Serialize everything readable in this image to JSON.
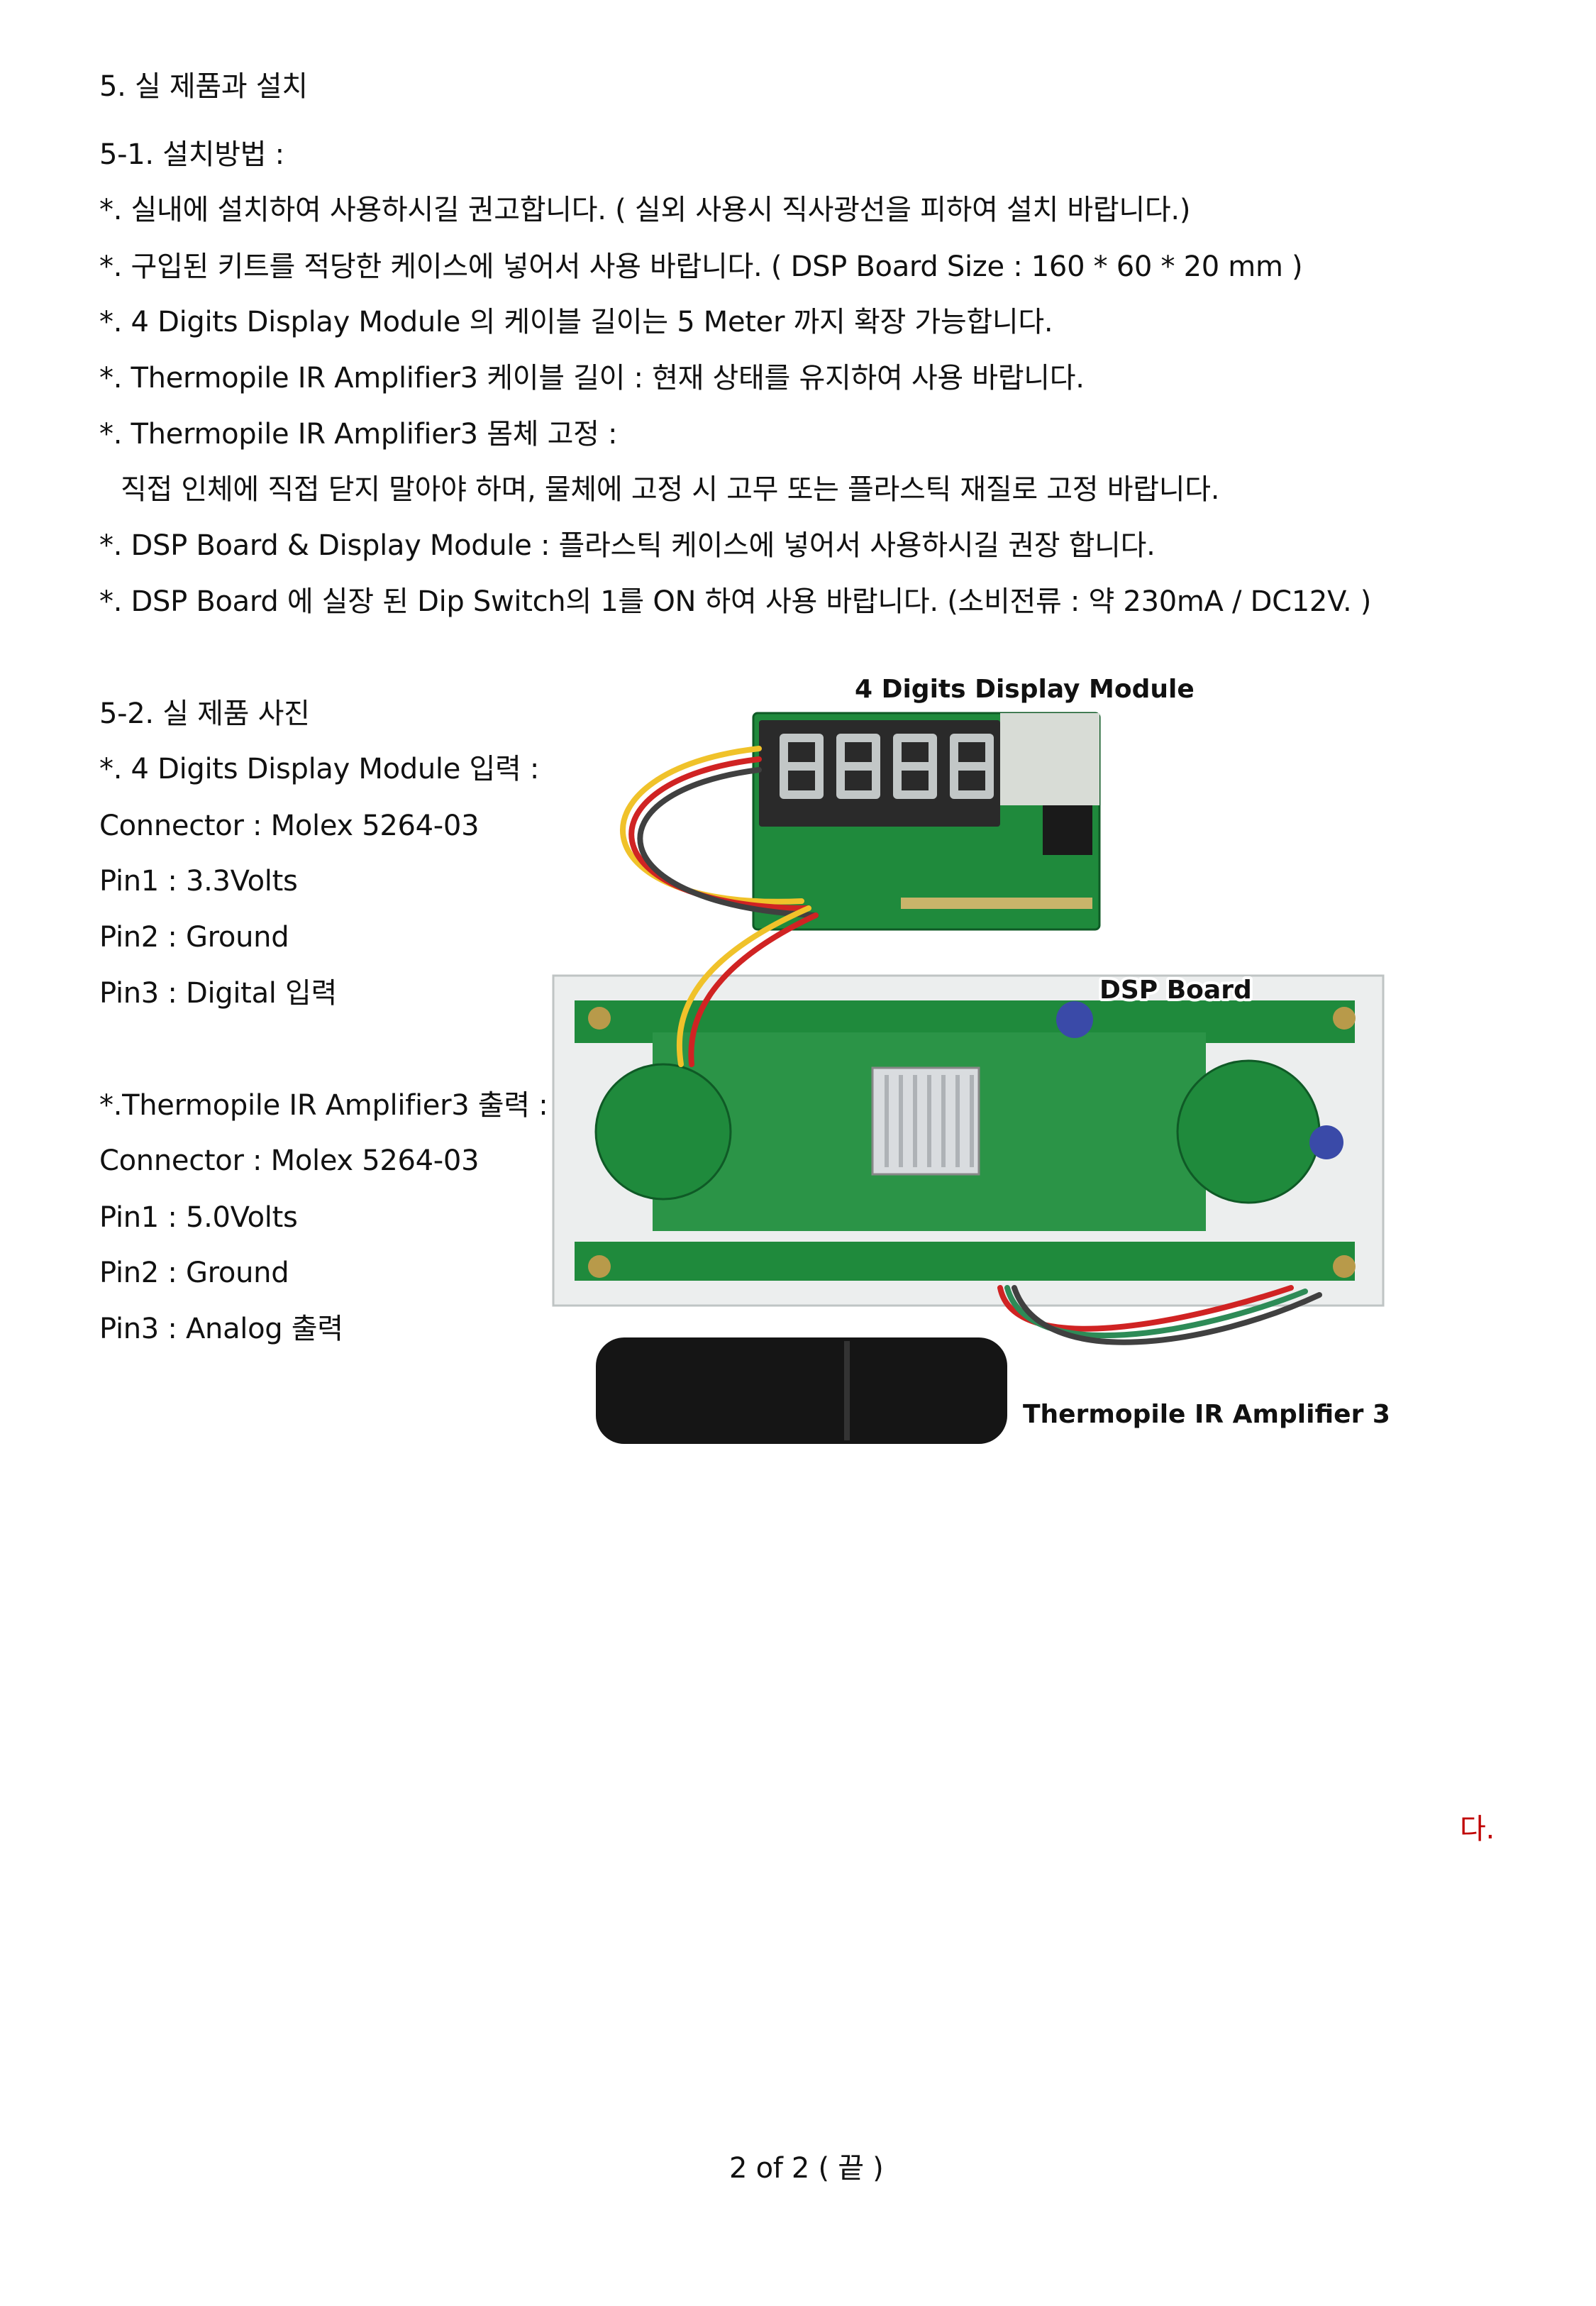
{
  "section_title": "5. 실 제품과 설치",
  "install": {
    "heading": "5-1. 설치방법 :",
    "lines": [
      "*. 실내에 설치하여 사용하시길 권고합니다. ( 실외 사용시 직사광선을 피하여 설치 바랍니다.)",
      "*. 구입된 키트를 적당한 케이스에 넣어서 사용 바랍니다. ( DSP Board Size : 160 * 60 * 20 mm )",
      "*. 4 Digits Display Module 의 케이블 길이는 5 Meter 까지 확장 가능합니다.",
      "*. Thermopile IR Amplifier3 케이블 길이 :  현재 상태를 유지하여 사용 바랍니다.",
      "*. Thermopile IR Amplifier3 몸체 고정 :",
      "직접 인체에 직접 닫지 말아야 하며,  물체에 고정 시 고무 또는 플라스틱 재질로 고정 바랍니다.",
      "*. DSP Board & Display Module : 플라스틱 케이스에 넣어서 사용하시길 권장 합니다.",
      "*. DSP Board 에 실장 된 Dip Switch의 1를 ON 하여 사용 바랍니다. (소비전류 : 약 230mA / DC12V. )"
    ]
  },
  "photo_section": {
    "heading": "5-2. 실 제품 사진",
    "display_module": {
      "title": "*. 4 Digits Display Module 입력 :",
      "connector": "Connector : Molex 5264-03",
      "pin1": "Pin1 : 3.3Volts",
      "pin2": "Pin2 : Ground",
      "pin3": "Pin3 : Digital 입력"
    },
    "amplifier": {
      "title": "*.Thermopile IR Amplifier3 출력 :",
      "connector": "Connector : Molex 5264-03",
      "pin1": "Pin1 : 5.0Volts",
      "pin2": "Pin2 : Ground",
      "pin3": "Pin3 : Analog 출력"
    },
    "photo_labels": {
      "display": "4 Digits Display Module",
      "dsp": "DSP Board",
      "amp": "Thermopile IR Amplifier 3"
    }
  },
  "stray_text": "다.",
  "footer": "2 of 2 ( 끝 )",
  "colors": {
    "text": "#111111",
    "stray": "#c00000",
    "pcb": "#1f8a3c",
    "segment": "#c2c7c7"
  }
}
